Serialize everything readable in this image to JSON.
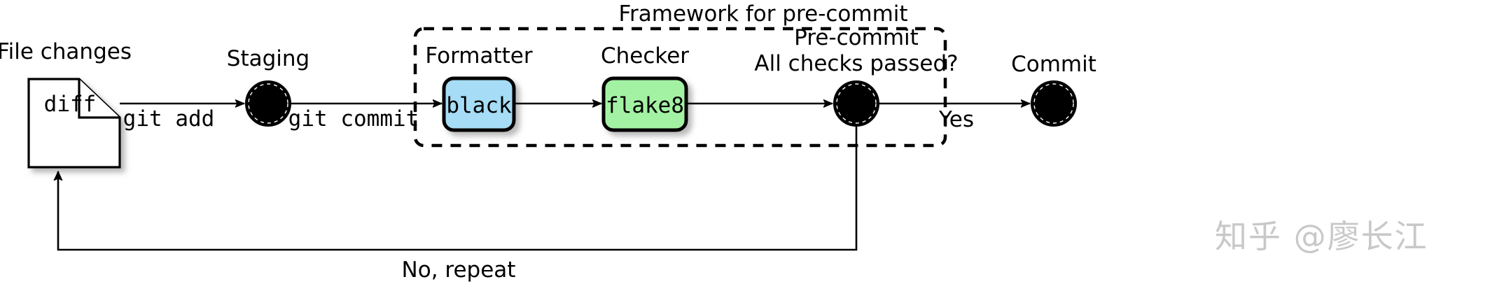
{
  "diagram": {
    "title_group": "Framework for pre-commit",
    "nodes": {
      "file_changes": {
        "label": "File changes",
        "doc_text": "diff",
        "shape": "document",
        "fill": "#ffffff"
      },
      "staging": {
        "label": "Staging",
        "shape": "filled-circle",
        "fill": "#000000"
      },
      "formatter": {
        "label": "Formatter",
        "box_text": "black",
        "shape": "rounded-box",
        "fill": "#a6dcf5"
      },
      "checker": {
        "label": "Checker",
        "box_text": "flake8",
        "shape": "rounded-box",
        "fill": "#a3f2a3"
      },
      "precommit": {
        "label_line1": "Pre-commit",
        "label_line2": "All checks passed?",
        "shape": "filled-circle",
        "fill": "#000000"
      },
      "commit": {
        "label": "Commit",
        "shape": "filled-circle",
        "fill": "#000000"
      }
    },
    "edges": {
      "git_add": "git add",
      "git_commit": "git commit",
      "yes": "Yes",
      "no_repeat": "No, repeat"
    },
    "colors": {
      "stroke": "#000000",
      "formatter_fill": "#a6dcf5",
      "checker_fill": "#a3f2a3",
      "watermark": "#c8c8c8"
    }
  },
  "watermark": {
    "text": "知乎 @廖长江"
  }
}
